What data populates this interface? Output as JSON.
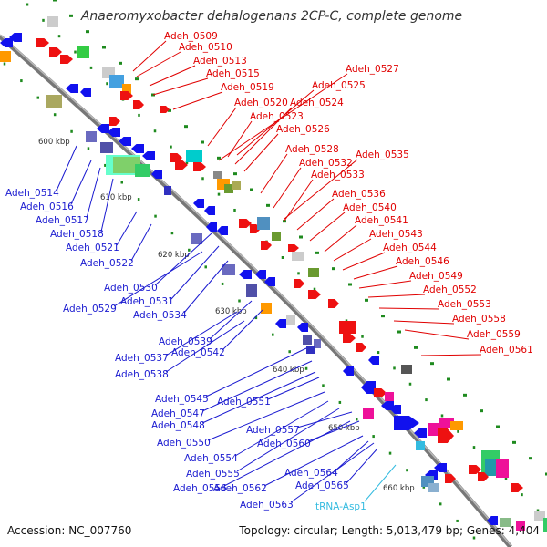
{
  "title": "Anaeromyxobacter dehalogenans 2CP-C, complete genome",
  "footer": {
    "accession": "Accession: NC_007760",
    "summary": "Topology: circular; Length: 5,013,479 bp; Genes: 4,404"
  },
  "colors": {
    "backbone": "#8a8a8a",
    "forward_label": "#e00000",
    "reverse_label": "#1a1ad0",
    "trna_label": "#33bbe0",
    "forward_gene": "#ee1111",
    "reverse_gene": "#1111ee",
    "tick": "#1e8a1e"
  },
  "kbp_marks": [
    "600 kbp",
    "610 kbp",
    "620 kbp",
    "630 kbp",
    "640 kbp",
    "650 kbp",
    "660 kbp"
  ],
  "forward_labels": [
    "Adeh_0509",
    "Adeh_0510",
    "Adeh_0513",
    "Adeh_0515",
    "Adeh_0519",
    "Adeh_0520",
    "Adeh_0523",
    "Adeh_0524",
    "Adeh_0525",
    "Adeh_0526",
    "Adeh_0527",
    "Adeh_0528",
    "Adeh_0532",
    "Adeh_0533",
    "Adeh_0535",
    "Adeh_0536",
    "Adeh_0540",
    "Adeh_0541",
    "Adeh_0543",
    "Adeh_0544",
    "Adeh_0546",
    "Adeh_0549",
    "Adeh_0552",
    "Adeh_0553",
    "Adeh_0558",
    "Adeh_0559",
    "Adeh_0561"
  ],
  "reverse_labels": [
    "Adeh_0514",
    "Adeh_0516",
    "Adeh_0517",
    "Adeh_0518",
    "Adeh_0521",
    "Adeh_0522",
    "Adeh_0529",
    "Adeh_0530",
    "Adeh_0531",
    "Adeh_0534",
    "Adeh_0537",
    "Adeh_0538",
    "Adeh_0539",
    "Adeh_0542",
    "Adeh_0545",
    "Adeh_0547",
    "Adeh_0548",
    "Adeh_0550",
    "Adeh_0551",
    "Adeh_0554",
    "Adeh_0555",
    "Adeh_0556",
    "Adeh_0557",
    "Adeh_0560",
    "Adeh_0562",
    "Adeh_0563",
    "Adeh_0564",
    "Adeh_0565"
  ],
  "trna_labels": [
    "tRNA-Asp1"
  ]
}
